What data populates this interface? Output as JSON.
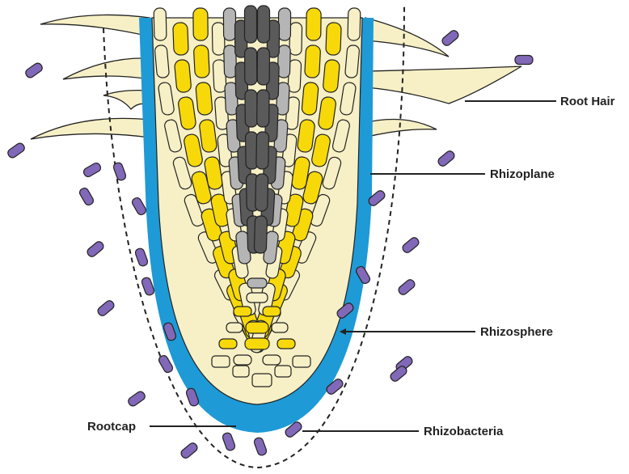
{
  "labels": {
    "root_hair": "Root Hair",
    "rhizoplane": "Rhizoplane",
    "rhizosphere": "Rhizosphere",
    "rootcap": "Rootcap",
    "rhizobacteria": "Rhizobacteria"
  },
  "colors": {
    "rhizoplane": "#1e9ad6",
    "cortex_cells": "#f7d90a",
    "epidermal_cells": "#f7f0c6",
    "root_hair": "#f7f0c6",
    "vascular_dark": "#5a5a5a",
    "vascular_light": "#b5b5b5",
    "bacteria": "#8268b8",
    "outline": "#222222"
  }
}
